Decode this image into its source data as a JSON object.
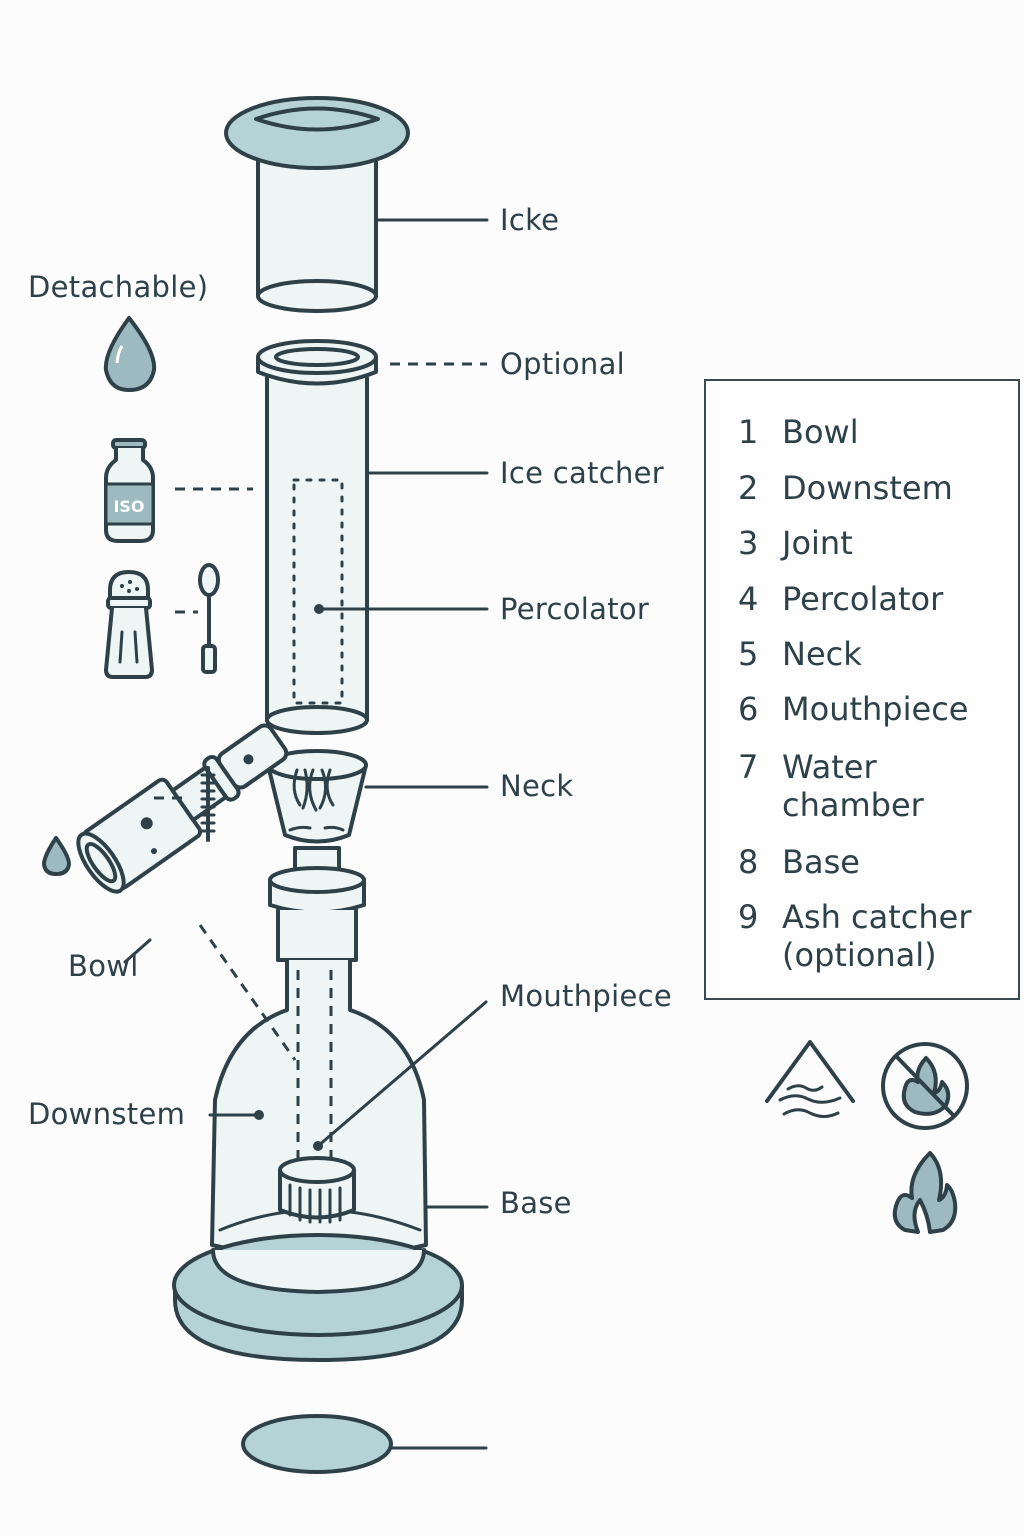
{
  "colors": {
    "stroke": "#2f4148",
    "fill_light": "#eef5f5",
    "fill_teal": "#b5d3d6",
    "fill_icon": "#9dbac0",
    "background": "#fbfcfb"
  },
  "callouts": {
    "icke": "Icke",
    "optional": "Optional",
    "ice_catcher": "Ice catcher",
    "percolator": "Percolator",
    "neck": "Neck",
    "mouthpiece": "Mouthpiece",
    "base": "Base",
    "bowl": "Bowl",
    "downstem": "Downstem",
    "detachable": "Detachable)"
  },
  "cleaning_tools": [
    {
      "name": "water-drop-icon"
    },
    {
      "name": "iso-bottle-icon",
      "label": "ISO"
    },
    {
      "name": "salt-shaker-icon"
    },
    {
      "name": "cotton-swab-icon"
    },
    {
      "name": "pipe-brush-icon"
    }
  ],
  "legend": {
    "items": [
      {
        "num": "1",
        "text": "Bowl"
      },
      {
        "num": "2",
        "text": "Downstem"
      },
      {
        "num": "3",
        "text": "Joint"
      },
      {
        "num": "4",
        "text": "Percolator"
      },
      {
        "num": "5",
        "text": "Neck"
      },
      {
        "num": "6",
        "text": "Mouthpiece"
      },
      {
        "num": "7",
        "text": "Water chamber"
      },
      {
        "num": "8",
        "text": "Base"
      },
      {
        "num": "9",
        "text": "Ash catcher (optional)"
      }
    ]
  },
  "warning_icons": [
    {
      "name": "water-warning-triangle-icon"
    },
    {
      "name": "no-fire-icon"
    },
    {
      "name": "flame-icon"
    }
  ]
}
